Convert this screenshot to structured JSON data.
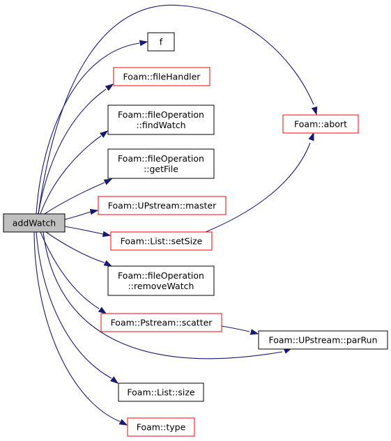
{
  "colors": {
    "edge": "#191970",
    "root_fill": "#bfbfbf",
    "root_border": "#000000",
    "linked_border": "#000000",
    "undocumented_border": "#ff0000",
    "node_fill": "#ffffff",
    "text": "#000000"
  },
  "nodes": [
    {
      "id": "addWatch",
      "lines": [
        "addWatch"
      ],
      "kind": "root"
    },
    {
      "id": "f",
      "lines": [
        "f"
      ],
      "kind": "black"
    },
    {
      "id": "fileHandler",
      "lines": [
        "Foam::fileHandler"
      ],
      "kind": "red"
    },
    {
      "id": "findWatch",
      "lines": [
        "Foam::fileOperation",
        "::findWatch"
      ],
      "kind": "black"
    },
    {
      "id": "getFile",
      "lines": [
        "Foam::fileOperation",
        "::getFile"
      ],
      "kind": "black"
    },
    {
      "id": "master",
      "lines": [
        "Foam::UPstream::master"
      ],
      "kind": "red"
    },
    {
      "id": "setSize",
      "lines": [
        "Foam::List::setSize"
      ],
      "kind": "red"
    },
    {
      "id": "removeWatch",
      "lines": [
        "Foam::fileOperation",
        "::removeWatch"
      ],
      "kind": "black"
    },
    {
      "id": "scatter",
      "lines": [
        "Foam::Pstream::scatter"
      ],
      "kind": "red"
    },
    {
      "id": "size",
      "lines": [
        "Foam::List::size"
      ],
      "kind": "black"
    },
    {
      "id": "type",
      "lines": [
        "Foam::type"
      ],
      "kind": "red"
    },
    {
      "id": "abort",
      "lines": [
        "Foam::abort"
      ],
      "kind": "red"
    },
    {
      "id": "parRun",
      "lines": [
        "Foam::UPstream::parRun"
      ],
      "kind": "black"
    }
  ],
  "edges": [
    {
      "from": "addWatch",
      "to": "f"
    },
    {
      "from": "addWatch",
      "to": "fileHandler"
    },
    {
      "from": "addWatch",
      "to": "findWatch"
    },
    {
      "from": "addWatch",
      "to": "getFile"
    },
    {
      "from": "addWatch",
      "to": "master"
    },
    {
      "from": "addWatch",
      "to": "setSize"
    },
    {
      "from": "addWatch",
      "to": "removeWatch"
    },
    {
      "from": "addWatch",
      "to": "scatter"
    },
    {
      "from": "addWatch",
      "to": "size"
    },
    {
      "from": "addWatch",
      "to": "type"
    },
    {
      "from": "addWatch",
      "to": "abort"
    },
    {
      "from": "addWatch",
      "to": "parRun"
    },
    {
      "from": "setSize",
      "to": "abort"
    },
    {
      "from": "scatter",
      "to": "parRun"
    }
  ]
}
